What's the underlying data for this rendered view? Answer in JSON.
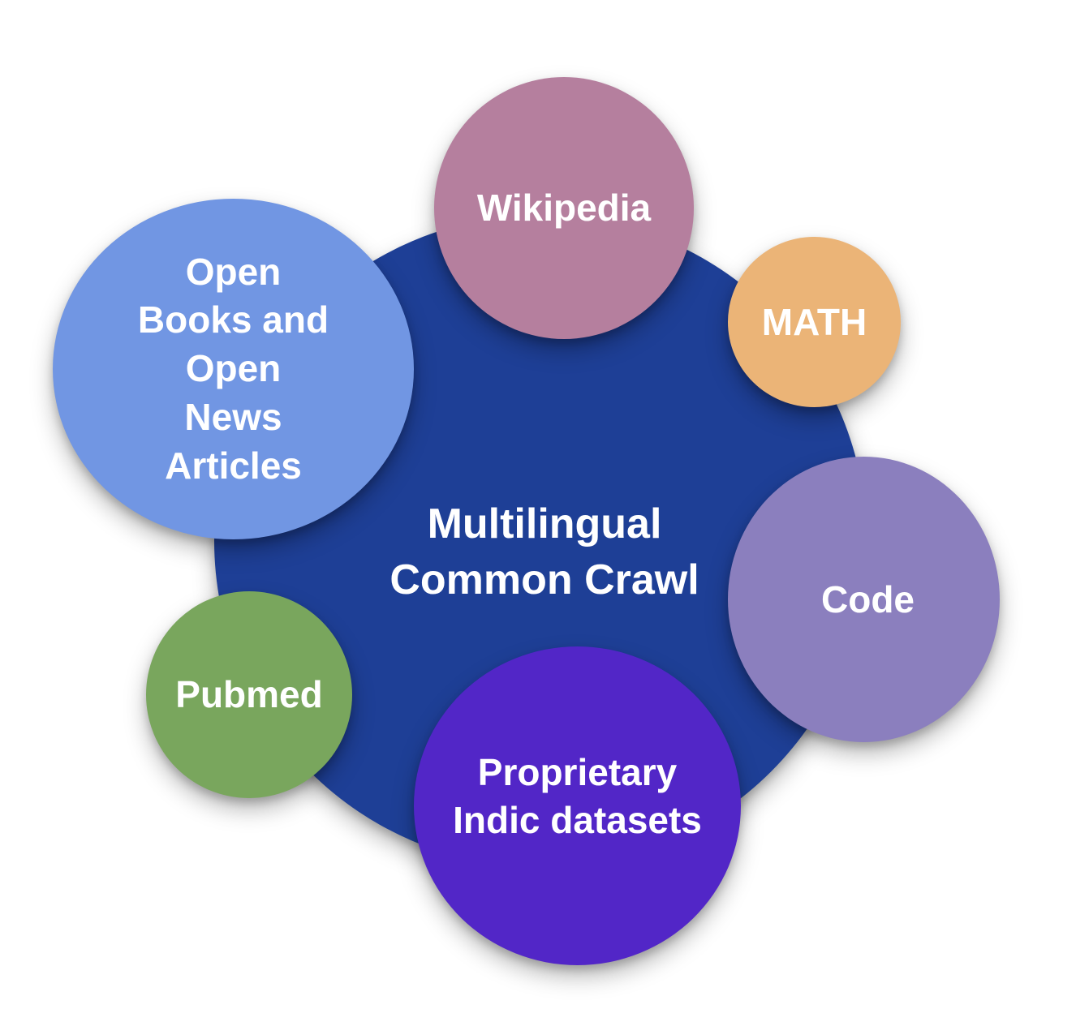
{
  "diagram": {
    "center": {
      "label": "Multilingual\nCommon Crawl",
      "color": "#1e3f96"
    },
    "sources": [
      {
        "id": "books",
        "label": "Open\nBooks and\nOpen\nNews\nArticles",
        "color": "#7196e3"
      },
      {
        "id": "wikipedia",
        "label": "Wikipedia",
        "color": "#b57f9e"
      },
      {
        "id": "math",
        "label": "MATH",
        "color": "#ebb477"
      },
      {
        "id": "code",
        "label": "Code",
        "color": "#8b7fbe"
      },
      {
        "id": "pubmed",
        "label": "Pubmed",
        "color": "#79a65d"
      },
      {
        "id": "indic",
        "label": "Proprietary\nIndic datasets",
        "color": "#5226c7"
      }
    ]
  }
}
